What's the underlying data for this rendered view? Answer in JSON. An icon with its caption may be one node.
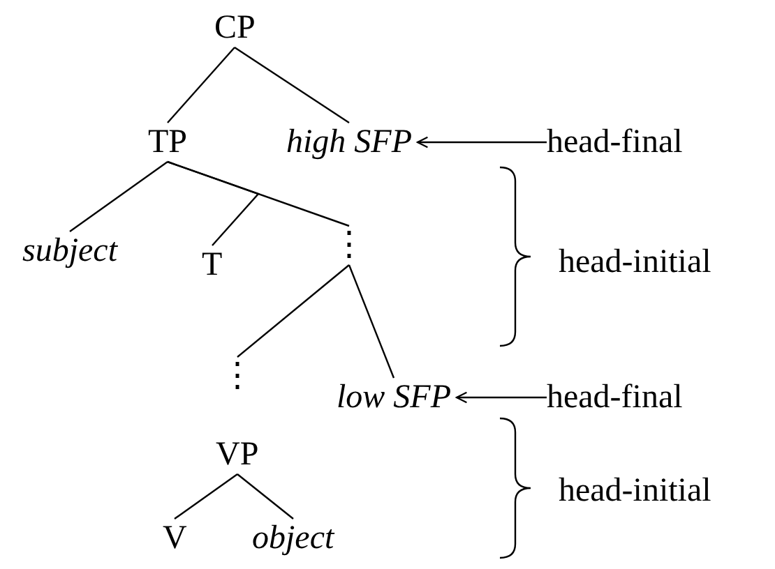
{
  "diagram": {
    "nodes": [
      {
        "text": [
          "CP"
        ]
      },
      {
        "text": [
          "TP"
        ]
      },
      {
        "text": [
          "high SFP"
        ]
      },
      {
        "text": [
          "head-final"
        ]
      },
      {
        "text": [
          "subject"
        ]
      },
      {
        "text": [
          "T"
        ]
      },
      {
        "text": [
          "⋮"
        ]
      },
      {
        "text": [
          "⋮"
        ]
      },
      {
        "text": [
          "low SFP"
        ]
      },
      {
        "text": [
          "head-final"
        ]
      },
      {
        "text": [
          "VP"
        ]
      },
      {
        "text": [
          "V"
        ]
      },
      {
        "text": [
          "object"
        ]
      }
    ],
    "edges": [
      {
        "from": 0,
        "to": 1,
        "arrow": "none"
      },
      {
        "from": 0,
        "to": 2,
        "arrow": "none"
      },
      {
        "from": 3,
        "to": 2,
        "arrow": "to"
      },
      {
        "from": 1,
        "to": 4,
        "arrow": "none"
      },
      {
        "from": 1,
        "to": 6,
        "arrow": "none"
      },
      {
        "from": 1,
        "to": 5,
        "arrow": "none"
      },
      {
        "from": 6,
        "to": 7,
        "arrow": "none"
      },
      {
        "from": 6,
        "to": 8,
        "arrow": "none"
      },
      {
        "from": 9,
        "to": 8,
        "arrow": "to"
      },
      {
        "from": 10,
        "to": 11,
        "arrow": "none"
      },
      {
        "from": 10,
        "to": 12,
        "arrow": "none"
      }
    ],
    "labels": [
      "head-initial",
      "head-initial"
    ]
  }
}
